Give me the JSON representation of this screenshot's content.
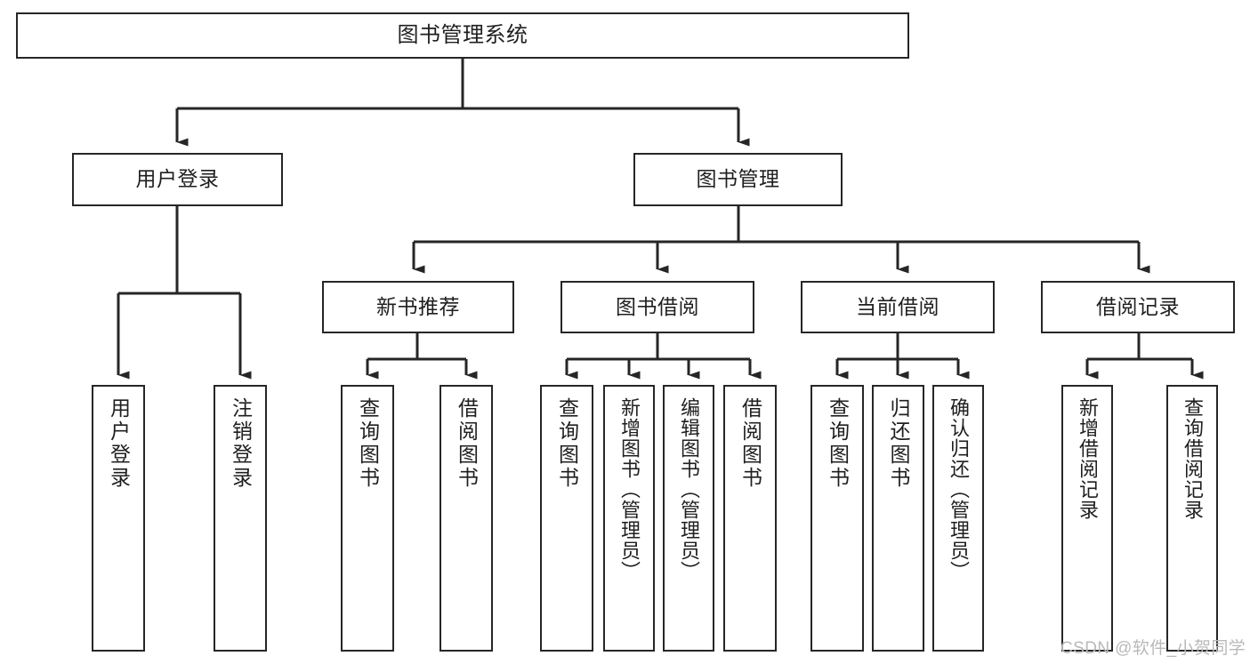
{
  "diagram": {
    "title": "图书管理系统",
    "type": "tree-hierarchy-chart",
    "colors": {
      "box_border": "#262626",
      "box_fill": "#ffffff",
      "connector": "#262626",
      "text": "#1f1f1f",
      "watermark": "#b9b9b9",
      "background": "#ffffff"
    },
    "root": {
      "label": "图书管理系统"
    },
    "level2": [
      {
        "label": "用户登录"
      },
      {
        "label": "图书管理"
      }
    ],
    "level3": [
      {
        "label": "新书推荐"
      },
      {
        "label": "图书借阅"
      },
      {
        "label": "当前借阅"
      },
      {
        "label": "借阅记录"
      }
    ],
    "leaves": {
      "user_login": [
        {
          "label": "用户登录"
        },
        {
          "label": "注销登录"
        }
      ],
      "new_book_recommend": [
        {
          "label": "查询图书"
        },
        {
          "label": "借阅图书"
        }
      ],
      "book_borrow": [
        {
          "label": "查询图书"
        },
        {
          "label": "新增图书（管理员）"
        },
        {
          "label": "编辑图书（管理员）"
        },
        {
          "label": "借阅图书"
        }
      ],
      "current_borrow": [
        {
          "label": "查询图书"
        },
        {
          "label": "归还图书"
        },
        {
          "label": "确认归还（管理员）"
        }
      ],
      "borrow_record": [
        {
          "label": "新增借阅记录"
        },
        {
          "label": "查询借阅记录"
        }
      ]
    },
    "watermark": "CSDN @软件_小贺同学"
  }
}
